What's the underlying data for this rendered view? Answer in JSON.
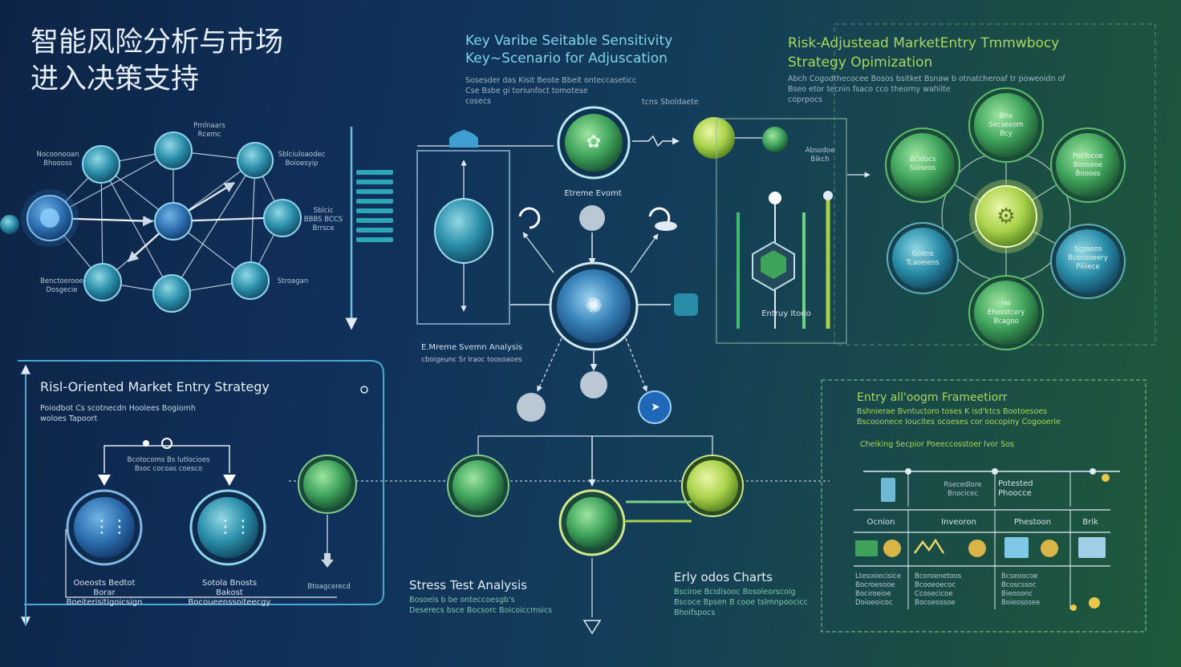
{
  "title": {
    "line1": "智能风险分析与市场",
    "line2": "进入决策支持"
  },
  "network": {
    "labels": {
      "top": "Prnlnaars\nRcemc",
      "top_right": "Sblciuloaodec\nBoioesyip",
      "mid_right": "Sblcic\nBBBS BCCS\nBrrsce",
      "bottom_right": "Stroagan",
      "bottom_left": "Benctoerooe\nDosgecie",
      "left": "Nocoonooan\nBhoooss"
    }
  },
  "sensitivity": {
    "title_line1": "Key Varibe Seitable Sensitivity",
    "title_line2": "Key~Scenario for Adjuscation",
    "desc_line1": "Sosesder das Kisit Beote Bbeit onteccaseticc",
    "desc_line2": "Cse Bsbe gi toriunfoct tomotese",
    "desc_line3": "cosecs",
    "desc_right": "tcns Sboldaete",
    "extreme_event": "Etreme Evomt",
    "extreme_analysis": "E.Mreme Svemn Analysis",
    "extreme_desc": "cboigeunc Sr Iraoc toosoaoes"
  },
  "risk_adjusted": {
    "title_line1": "Risk-Adjustead MarketEntry Tmmwbocy",
    "title_line2": "Strategy Opimization",
    "desc_line1": "Abch Cogodthecocee Bosos bsitket Bsnaw b otnatcheroaf tr poweoidn of",
    "desc_line2": "Bseo etor tecnin fsaco cco theorny wahiite",
    "desc_line3": "coprpocs",
    "label_top": "Absodoe\nBikch",
    "label_bottom": "Entruy Itodo",
    "nodes": [
      "Bhe\nSecseeom\nBcy",
      "Pocfocoe\nBooseoe\nBoooes",
      "Scoseos\nBcocooeery\nPiliiece",
      "He\nEhosstcery\nBcagoo",
      "Goitns\nTcaoeiens",
      "Bcidocs\nSoiseos"
    ]
  },
  "risk_oriented": {
    "title": "Risl-Oriented Market Entry Strategy",
    "desc_line1": "Poiodbot Cs scotnecdn Hoolees Bogiomh",
    "desc_line2": "woloes Tapoort",
    "flow_label_line1": "Bcotocoms Bs lutlocioes",
    "flow_label_line2": "Bsoc cocoas coesco",
    "left_node_label": "Ooeosts Bedtot\nBorar\nBoeiterisitigoicsign",
    "right_node_label": "Sotola Bnosts\nBakost\nBocoueenssoiteecgy",
    "bottom_label": "Btoagcerecd"
  },
  "stress_test": {
    "title": "Stress Test Analysis",
    "desc_line1": "Bosoeis b be onteccoesgb's",
    "desc_line2": "Deserecs bsce Bocsorc Boicoiccmsics"
  },
  "entry_charts": {
    "title": "Erly odos Charts",
    "desc_line1": "Bsciroe Bcidisooc Bosoleorscoig",
    "desc_line2": "Bscoce Bpsen B cooe tslmnpoocicc",
    "desc_line3": "Bhoifspocs"
  },
  "framework": {
    "title": "Entry all'oogm Frameetiorr",
    "desc_line1": "Bshnierae Bvntuctoro toses K isd'ktcs Bootoesoes",
    "desc_line2": "Bscooonece Ioucites ocoeses cor oocopiny Cogooerie",
    "subtitle": "Cheiking Secpior Poeeccosstoer lvor Sos",
    "top_labels": [
      "Rsecedlore\nBnocicec",
      "Potested\nPhoocce"
    ],
    "columns": [
      "Ocnion",
      "Inveoron",
      "Phestoon",
      "Brik"
    ],
    "row_notes": [
      [
        "Ltesooecisice",
        "Bcoroenetoos",
        "Bcseoocoe"
      ],
      [
        "Bocroesooe",
        "Bcooeoecoc",
        "Bcoscssoc"
      ],
      [
        "Bociroeioe",
        "Ccosecicoe",
        "Bieooonc"
      ],
      [
        "Doioeoicoc",
        "Bocoeossoe",
        "Boieososee"
      ]
    ]
  },
  "colors": {
    "blue_node": "#2e6fb0",
    "teal_node": "#2a8da8",
    "green_node": "#3fa35c",
    "lime_node": "#a9d24a",
    "line": "#cfe3f3"
  },
  "icons": [
    "network-hub-icon",
    "chevron-arrow-icon",
    "gear-icon",
    "molecule-icon",
    "circuit-icon",
    "shield-icon",
    "bar-icon"
  ]
}
